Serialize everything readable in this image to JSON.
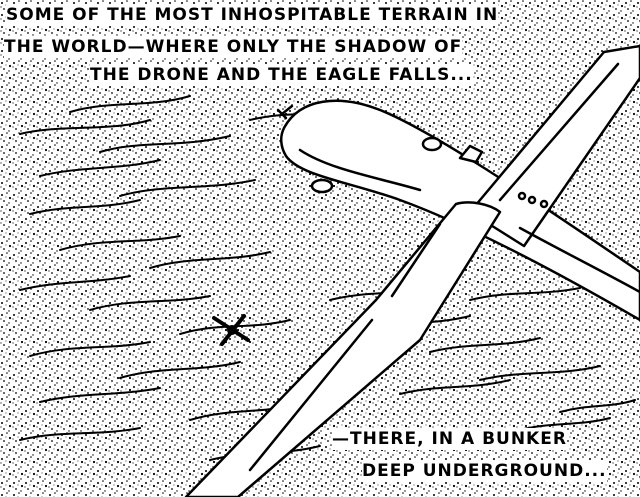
{
  "caption_top": {
    "line1": "SOME OF THE MOST INHOSPITABLE TERRAIN IN",
    "line2": "THE WORLD—WHERE ONLY THE SHADOW OF",
    "line3": "THE DRONE AND THE EAGLE FALLS..."
  },
  "caption_bottom": {
    "line1": "—THERE, IN A BUNKER",
    "line2": "DEEP UNDERGROUND..."
  },
  "colors": {
    "ink": "#000000",
    "paper": "#ffffff"
  },
  "icons": [
    "drone-illustration",
    "eagle-icon",
    "terrain-texture"
  ]
}
